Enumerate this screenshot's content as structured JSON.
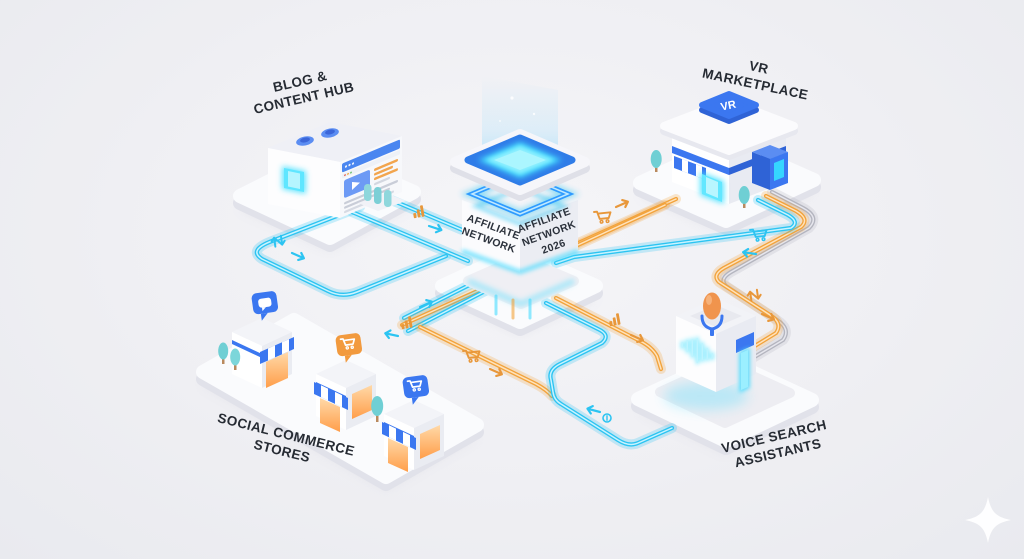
{
  "scene": {
    "description": "Isometric 3D illustration of an affiliate network ecosystem connected by glowing data paths",
    "background": "#eff0f3"
  },
  "labels": {
    "blog": {
      "line1": "BLOG &",
      "line2": "CONTENT HUB"
    },
    "vr": {
      "line1": "VR",
      "line2": "MARKETPLACE"
    },
    "social": {
      "line1": "SOCIAL COMMERCE",
      "line2": "STORES"
    },
    "voice": {
      "line1": "VOICE SEARCH",
      "line2": "ASSISTANTS"
    }
  },
  "tower": {
    "left_face": {
      "line1": "AFFILIATE",
      "line2": "NETWORK"
    },
    "right_face": {
      "line1": "AFFILIATE",
      "line2": "NETWORK",
      "line3": "2026"
    }
  },
  "vr_sign": "VR",
  "colors": {
    "cyan_path": "#2cc4f2",
    "orange_path": "#f2a33c",
    "gray_path": "#b4b5bf",
    "accent_blue": "#3b77f0",
    "deep_blue": "#2f63d6",
    "glow_cyan": "#45ddff",
    "window_glow": "#ffb25e",
    "mic_orange": "#f0944d",
    "tree_teal": "#6fcfd4",
    "label_text": "#262b33",
    "background": "#eff0f3"
  },
  "icons": [
    "bar-chart-icon",
    "shopping-cart-icon",
    "arrow-icon",
    "swap-arrows-icon",
    "coin-icon",
    "play-icon",
    "chat-bubble-icon",
    "microphone-icon",
    "waveform-icon",
    "sparkle-logo"
  ],
  "connections": [
    {
      "from": "blog-content-hub",
      "to": "affiliate-network",
      "color": "cyan"
    },
    {
      "from": "affiliate-network",
      "to": "vr-marketplace",
      "color": "orange"
    },
    {
      "from": "vr-marketplace",
      "to": "voice-assistants",
      "color": "cyan-orange-gray"
    },
    {
      "from": "affiliate-network",
      "to": "social-stores",
      "color": "cyan-orange"
    },
    {
      "from": "affiliate-network",
      "to": "voice-assistants",
      "color": "cyan-orange"
    }
  ]
}
